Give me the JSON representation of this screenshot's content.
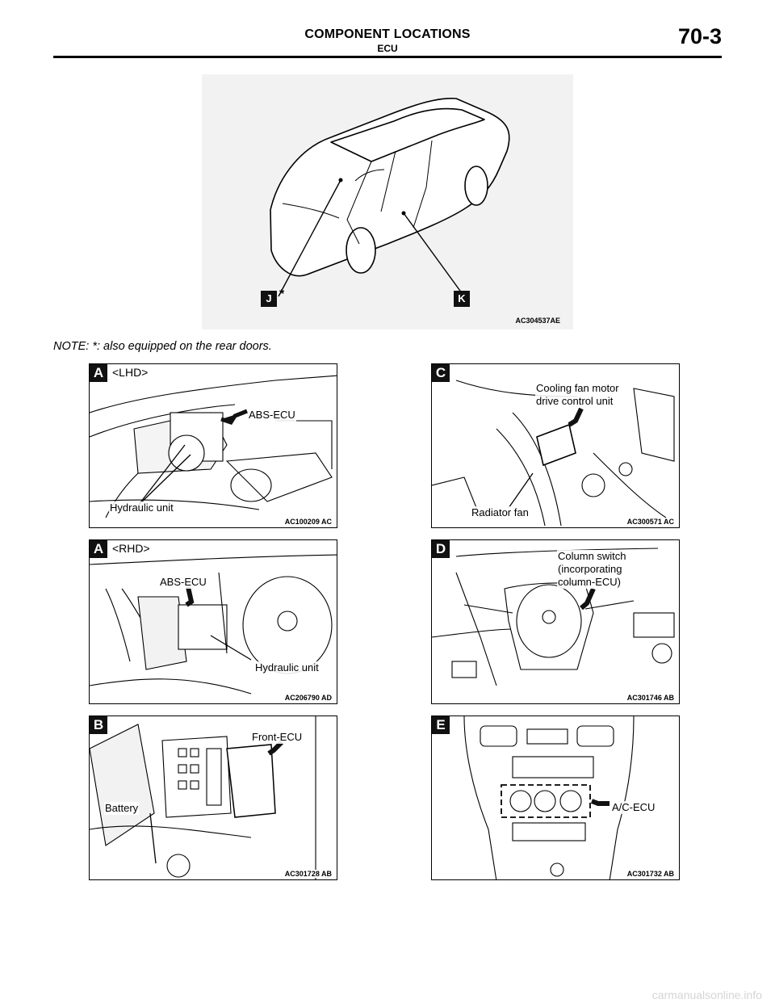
{
  "header": {
    "title": "COMPONENT LOCATIONS",
    "subtitle": "ECU",
    "page_number": "70-3"
  },
  "overview": {
    "callout_j": "J",
    "callout_k": "K",
    "asterisk": "*",
    "code": "AC304537AE"
  },
  "note": "NOTE: *: also equipped on the rear doors.",
  "figures": {
    "a_lhd": {
      "letter": "A",
      "variant": "<LHD>",
      "labels": [
        "ABS-ECU",
        "Hydraulic unit"
      ],
      "code": "AC100209 AC"
    },
    "c": {
      "letter": "C",
      "labels": [
        "Cooling fan motor\ndrive control unit",
        "Radiator fan"
      ],
      "code": "AC300571 AC"
    },
    "a_rhd": {
      "letter": "A",
      "variant": "<RHD>",
      "labels": [
        "ABS-ECU",
        "Hydraulic unit"
      ],
      "code": "AC206790 AD"
    },
    "d": {
      "letter": "D",
      "labels": [
        "Column switch\n(incorporating\ncolumn-ECU)"
      ],
      "code": "AC301746 AB"
    },
    "b": {
      "letter": "B",
      "labels": [
        "Front-ECU",
        "Battery"
      ],
      "code": "AC301728 AB"
    },
    "e": {
      "letter": "E",
      "labels": [
        "A/C-ECU"
      ],
      "code": "AC301732 AB"
    }
  },
  "watermark": "carmanualsonline.info"
}
